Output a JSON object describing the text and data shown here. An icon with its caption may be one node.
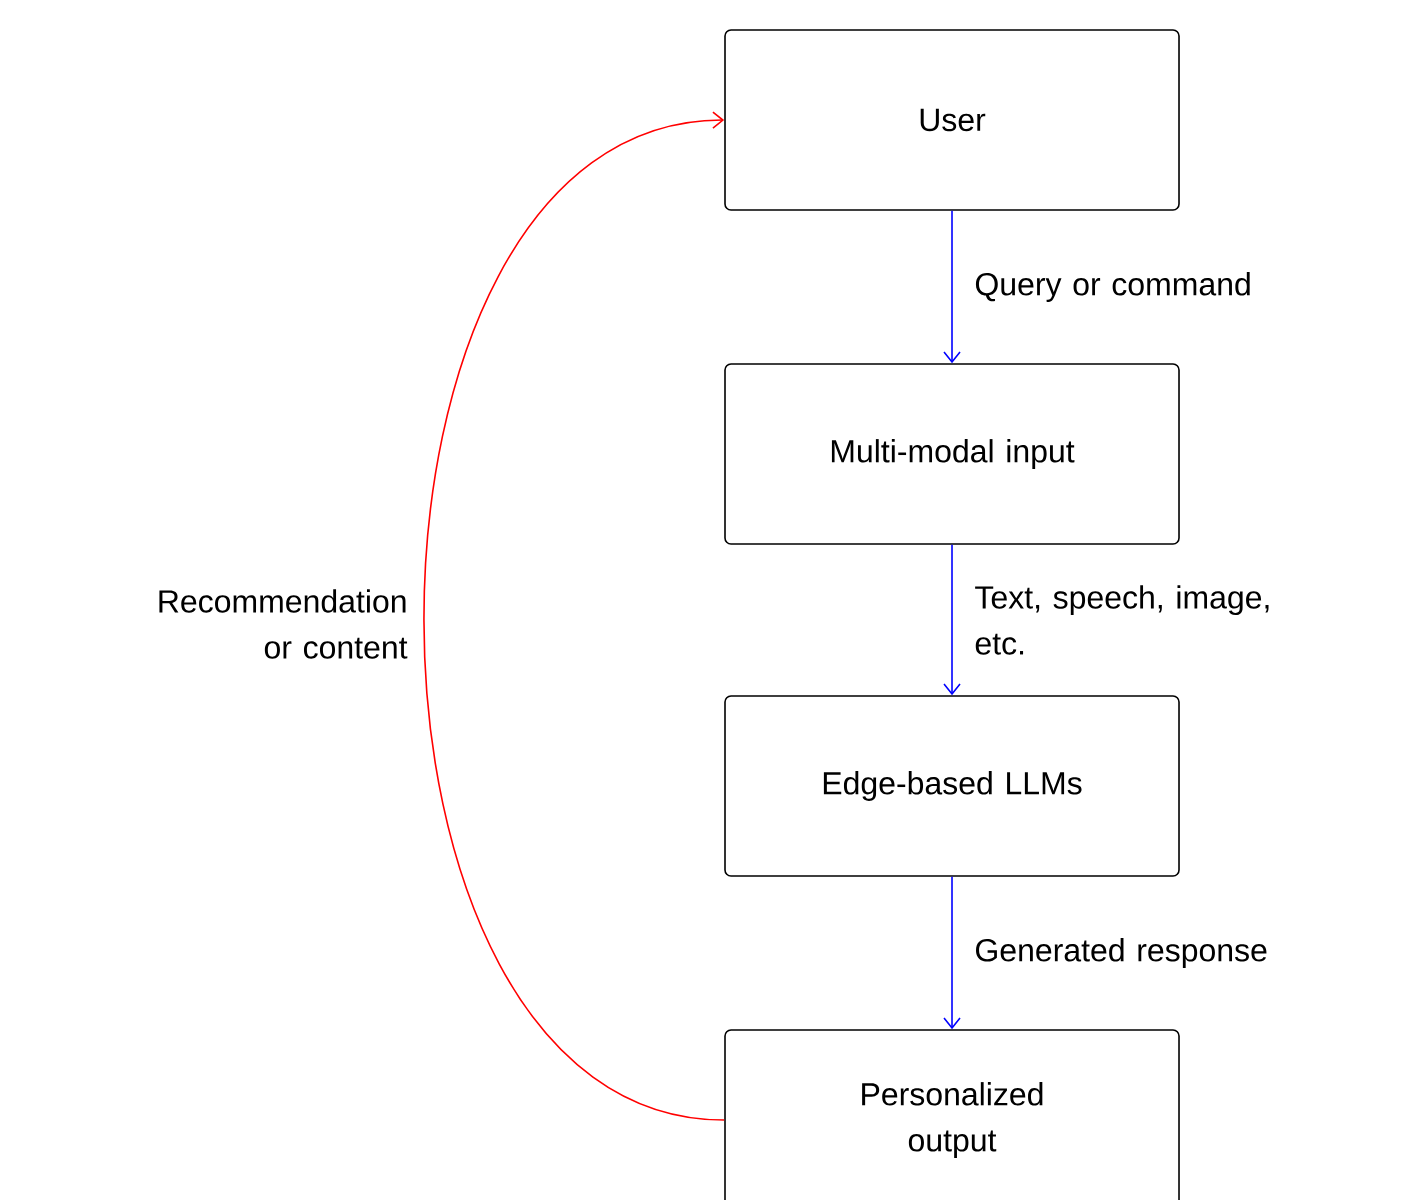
{
  "diagram": {
    "nodes": [
      {
        "text": [
          "User"
        ]
      },
      {
        "text": [
          "Multi-modal input"
        ]
      },
      {
        "text": [
          "Edge-based LLMs"
        ]
      },
      {
        "text": [
          "Personalized output"
        ]
      }
    ],
    "edges": [
      {
        "from": 0,
        "to": 1,
        "arrow": "to",
        "label": "Query or command"
      },
      {
        "from": 1,
        "to": 2,
        "arrow": "to",
        "label": "Text, speech, image, etc."
      },
      {
        "from": 2,
        "to": 3,
        "arrow": "to",
        "label": "Generated response"
      },
      {
        "from": 3,
        "to": 0,
        "arrow": "to",
        "label": "Recommendation or content",
        "color": "#ff0000"
      }
    ]
  }
}
